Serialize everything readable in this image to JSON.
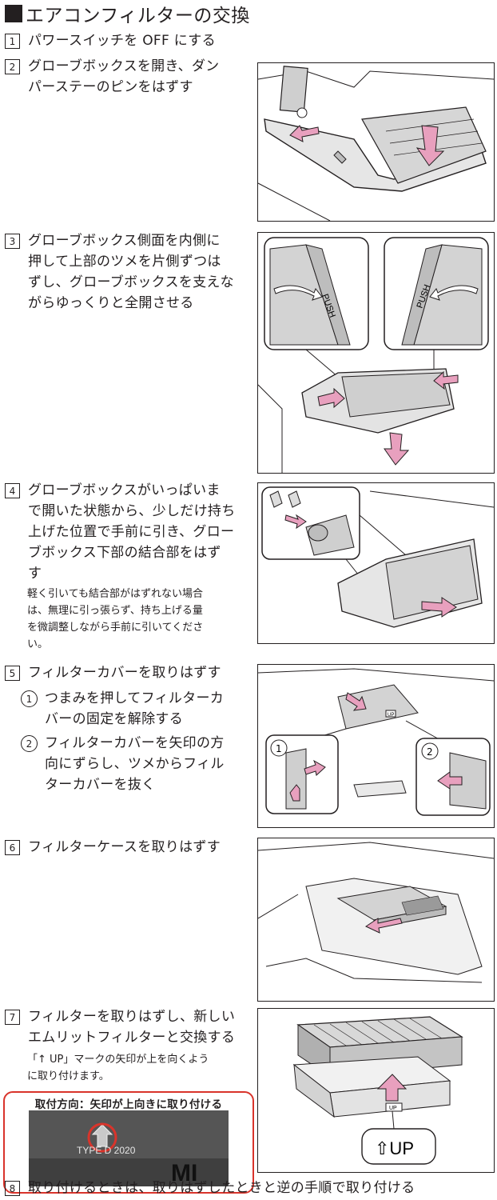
{
  "page_title": "エアコンフィルターの交換",
  "steps": [
    {
      "num": "1",
      "lines": [
        "パワースイッチを OFF にする"
      ]
    },
    {
      "num": "2",
      "lines": [
        "グローブボックスを開き、ダン",
        "パーステーのピンをはずす"
      ]
    },
    {
      "num": "3",
      "lines": [
        "グローブボックス側面を内側に",
        "押して上部のツメを片側ずつは",
        "ずし、グローブボックスを支えな",
        "がらゆっくりと全開させる"
      ]
    },
    {
      "num": "4",
      "lines": [
        "グローブボックスがいっぱいま",
        "で開いた状態から、少しだけ持ち",
        "上げた位置で手前に引き、グロー",
        "ブボックス下部の結合部をはず",
        "す"
      ],
      "note": [
        "軽く引いても結合部がはずれない場合",
        "は、無理に引っ張らず、持ち上げる量",
        "を微調整しながら手前に引いてくださ",
        "い。"
      ]
    },
    {
      "num": "5",
      "lines": [
        "フィルターカバーを取りはずす"
      ],
      "subs": [
        {
          "num": "1",
          "lines": [
            "つまみを押してフィルターカ",
            "バーの固定を解除する"
          ]
        },
        {
          "num": "2",
          "lines": [
            "フィルターカバーを矢印の方",
            "向にずらし、ツメからフィル",
            "ターカバーを抜く"
          ]
        }
      ]
    },
    {
      "num": "6",
      "lines": [
        "フィルターケースを取りはずす"
      ]
    },
    {
      "num": "7",
      "lines": [
        "フィルターを取りはずし、新しい",
        "エムリットフィルターと交換する"
      ],
      "note": [
        "「↑ UP」マークの矢印が上を向くよう",
        "に取り付けます。"
      ]
    },
    {
      "num": "8",
      "lines": [
        "取り付けるときは、取りはずしたときと逆の手順で取り付ける"
      ]
    }
  ],
  "figures": {
    "fig3_push_left": "PUSH",
    "fig3_push_right": "PUSH",
    "fig5_callout_1": "1",
    "fig5_callout_2": "2",
    "fig5_filter_label": "UP",
    "fig7_callout": "⇧UP",
    "fig7_filter_mark": "UP"
  },
  "direction_box": {
    "caption": "取付方向：矢印が上向きに取り付ける",
    "photo_text": "TYPE D 2020",
    "photo_text2": "MI"
  },
  "colors": {
    "accent_arrow": "#e8a0be",
    "callout_red": "#d9342b",
    "ink": "#231f20"
  }
}
